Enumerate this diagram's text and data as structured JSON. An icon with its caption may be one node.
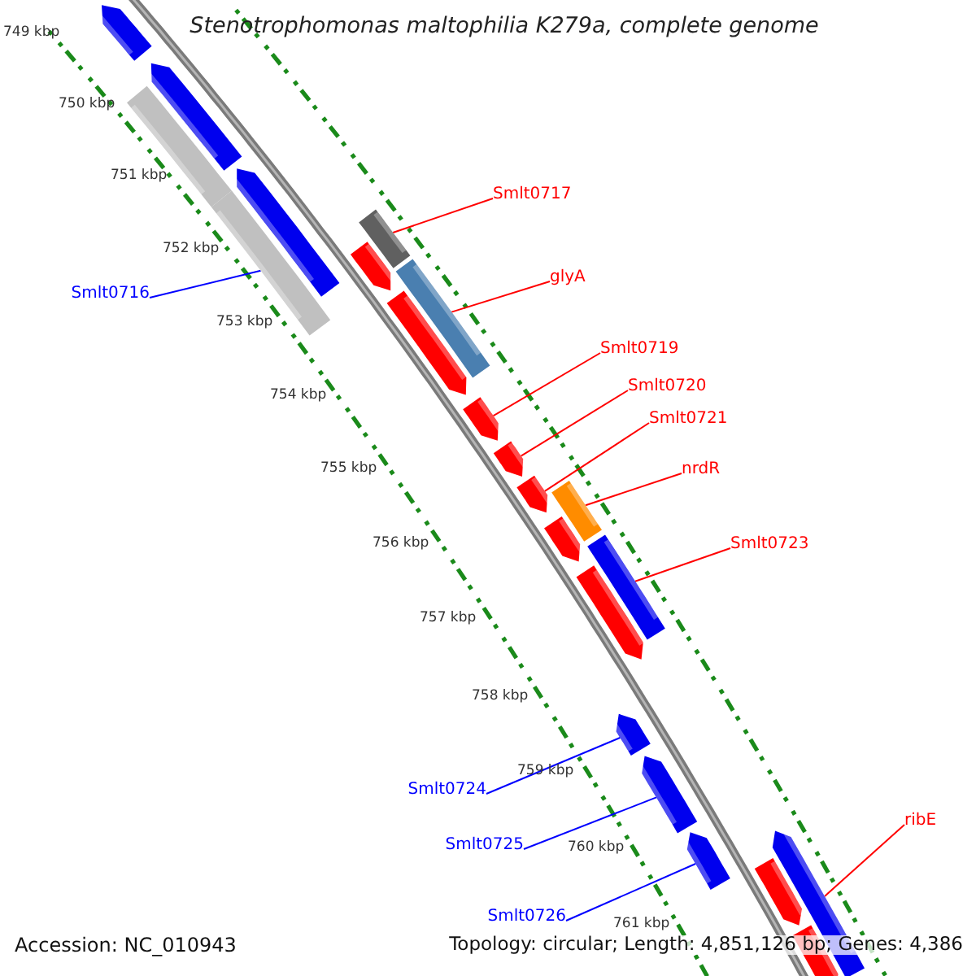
{
  "diagram": {
    "title": "Stenotrophomonas maltophilia K279a, complete genome",
    "nodes": [
      {
        "text": [
          "Smlt0716"
        ]
      },
      {
        "text": [
          "Smlt0717"
        ]
      },
      {
        "text": [
          "glyA"
        ]
      },
      {
        "text": [
          "Smlt0719"
        ]
      },
      {
        "text": [
          "Smlt0720"
        ]
      },
      {
        "text": [
          "Smlt0721"
        ]
      },
      {
        "text": [
          "nrdR"
        ]
      },
      {
        "text": [
          "Smlt0723"
        ]
      },
      {
        "text": [
          "Smlt0724"
        ]
      },
      {
        "text": [
          "Smlt0725"
        ]
      },
      {
        "text": [
          "Smlt0726"
        ]
      },
      {
        "text": [
          "ribE"
        ]
      },
      {
        "text": [],
        "shape": "bar"
      },
      {
        "text": [],
        "shape": "bar"
      },
      {
        "text": [],
        "shape": "bar"
      },
      {
        "text": [],
        "shape": "bar"
      },
      {
        "text": [],
        "shape": "bar"
      },
      {
        "text": [],
        "shape": "bar"
      },
      {
        "text": [],
        "shape": "bar"
      },
      {
        "text": [],
        "shape": "bar"
      },
      {
        "text": [],
        "shape": "bar"
      },
      {
        "text": [],
        "shape": "bar"
      },
      {
        "text": [],
        "shape": "bar"
      },
      {
        "text": [],
        "shape": "bar"
      },
      {
        "text": [],
        "shape": "bar"
      },
      {
        "text": [],
        "shape": "bar"
      },
      {
        "text": [],
        "shape": "bar"
      },
      {
        "text": [],
        "shape": "bar"
      },
      {
        "text": [],
        "shape": "bar"
      },
      {
        "text": [],
        "shape": "bar"
      },
      {
        "text": [],
        "shape": "bar"
      },
      {
        "text": [],
        "shape": "bar"
      },
      {
        "text": [],
        "shape": "bar"
      },
      {
        "text": [],
        "shape": "bar"
      }
    ],
    "edges": [
      {
        "from": 0,
        "to": 16,
        "arrow": "none",
        "color": "#0000ff"
      },
      {
        "from": 1,
        "to": 17,
        "arrow": "none"
      },
      {
        "from": 2,
        "to": 19,
        "arrow": "none"
      },
      {
        "from": 3,
        "to": 21,
        "arrow": "none"
      },
      {
        "from": 4,
        "to": 22,
        "arrow": "none"
      },
      {
        "from": 5,
        "to": 23,
        "arrow": "none"
      },
      {
        "from": 6,
        "to": 24,
        "arrow": "none"
      },
      {
        "from": 7,
        "to": 26,
        "arrow": "none"
      },
      {
        "from": 8,
        "to": 28,
        "arrow": "none",
        "color": "#0000ff"
      },
      {
        "from": 9,
        "to": 29,
        "arrow": "none",
        "color": "#0000ff"
      },
      {
        "from": 10,
        "to": 30,
        "arrow": "none",
        "color": "#0000ff"
      },
      {
        "from": 11,
        "to": 31,
        "arrow": "none"
      }
    ],
    "labels": [
      "749 kbp",
      "750 kbp",
      "751 kbp",
      "752 kbp",
      "753 kbp",
      "754 kbp",
      "755 kbp",
      "756 kbp",
      "757 kbp",
      "758 kbp",
      "759 kbp",
      "760 kbp",
      "761 kbp",
      "Accession: NC_010943",
      "Topology: circular; Length: 4,851,126 bp; Genes: 4,386"
    ]
  }
}
